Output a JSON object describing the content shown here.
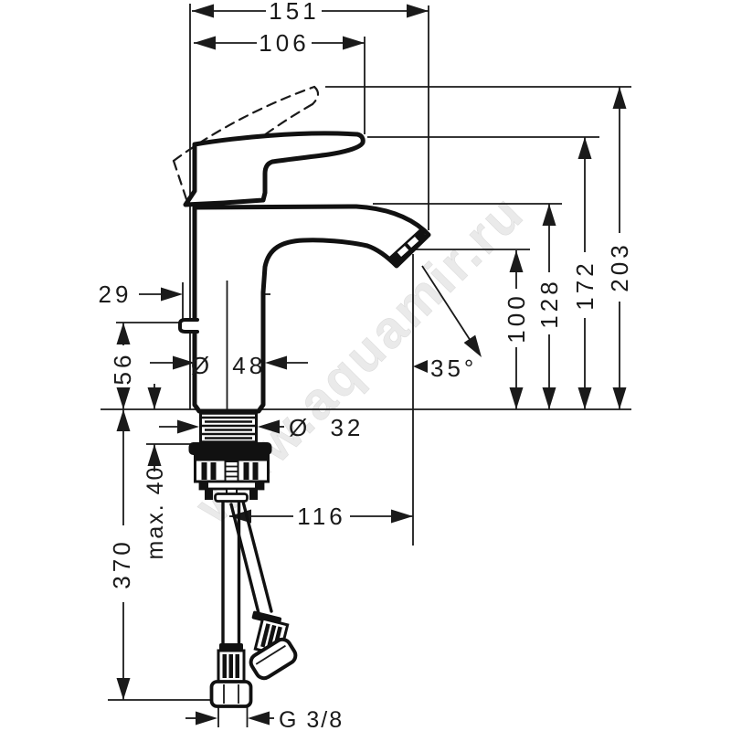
{
  "colors": {
    "ink": "#1a1a1a",
    "background": "#ffffff",
    "watermark": "#eaeaea"
  },
  "watermark": "www.aquamir.ru",
  "dimensions": {
    "overall_width": "151",
    "lever_width": "106",
    "overall_height": "203",
    "lever_height": "172",
    "spout_top_height": "128",
    "aerator_height": "100",
    "rod_to_center": "29",
    "rod_above_deck": "56",
    "body_diameter": "Ø 48",
    "shank_diameter": "Ø 32",
    "aerator_angle": "35°",
    "spout_reach": "116",
    "max_deck_thickness": "max. 40",
    "hose_length": "370",
    "connection_thread": "G 3/8"
  }
}
